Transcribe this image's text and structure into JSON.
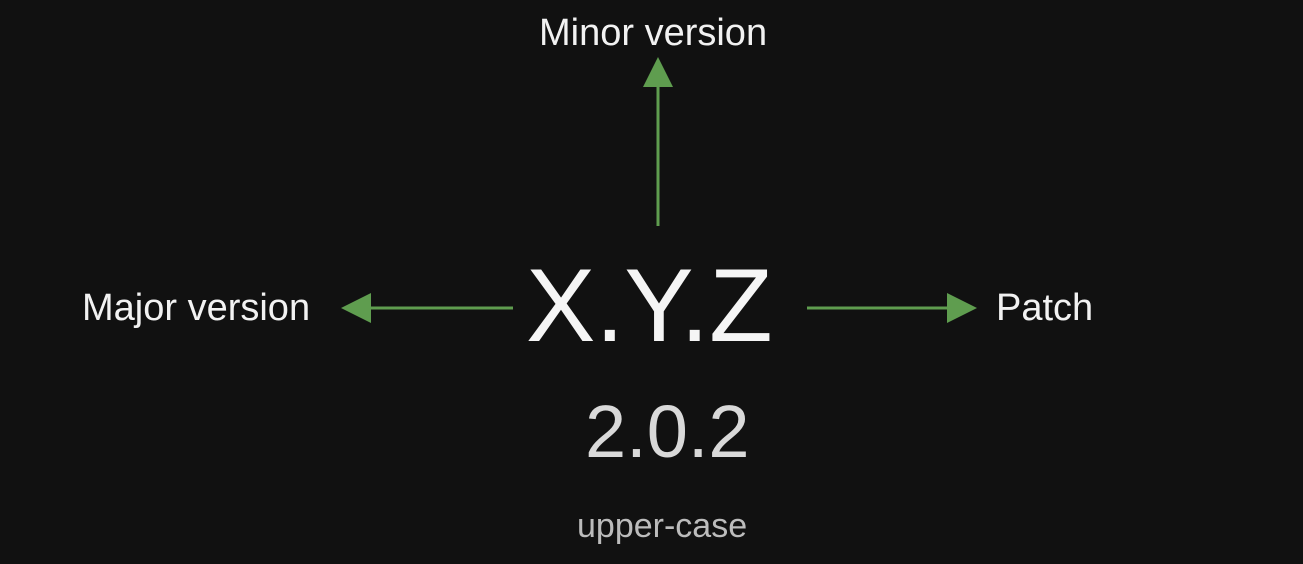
{
  "diagram": {
    "format": "X.Y.Z",
    "example": "2.0.2",
    "note": "upper-case",
    "labels": {
      "minor": "Minor version",
      "major": "Major version",
      "patch": "Patch"
    },
    "arrow_color": "#5f9d4f",
    "background_color": "#111111"
  }
}
